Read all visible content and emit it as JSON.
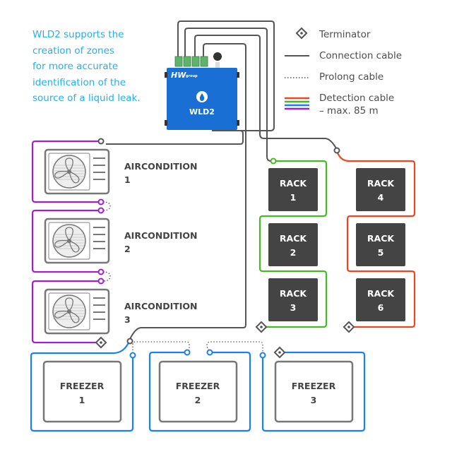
{
  "intro": {
    "lines": [
      "WLD2 supports the",
      "creation of zones",
      "for more accurate",
      "identification of the",
      "source of a liquid leak."
    ]
  },
  "legend": {
    "terminator": "Terminator",
    "connection": "Connection cable",
    "prolong": "Prolong cable",
    "detection_line1": "Detection cable",
    "detection_line2": "– max. 85 m"
  },
  "device": {
    "brand": "HW",
    "brand_sub": "group",
    "name": "WLD2"
  },
  "colors": {
    "connection": "#555555",
    "device_blue": "#1a6fd4",
    "terminal_green": "#5fb36a",
    "detection_red": "#ee4422",
    "detection_green": "#44bb22",
    "detection_blue": "#1a7ff0",
    "detection_purple": "#a020d0",
    "rack_fill": "#444444",
    "text_dark": "#444444",
    "intro_text": "#27aee8"
  },
  "airconditions": [
    {
      "label": "AIRCONDITION",
      "number": "1"
    },
    {
      "label": "AIRCONDITION",
      "number": "2"
    },
    {
      "label": "AIRCONDITION",
      "number": "3"
    }
  ],
  "racks": [
    {
      "label": "RACK",
      "number": "1"
    },
    {
      "label": "RACK",
      "number": "2"
    },
    {
      "label": "RACK",
      "number": "3"
    },
    {
      "label": "RACK",
      "number": "4"
    },
    {
      "label": "RACK",
      "number": "5"
    },
    {
      "label": "RACK",
      "number": "6"
    }
  ],
  "freezers": [
    {
      "label": "FREEZER",
      "number": "1"
    },
    {
      "label": "FREEZER",
      "number": "2"
    },
    {
      "label": "FREEZER",
      "number": "3"
    }
  ]
}
